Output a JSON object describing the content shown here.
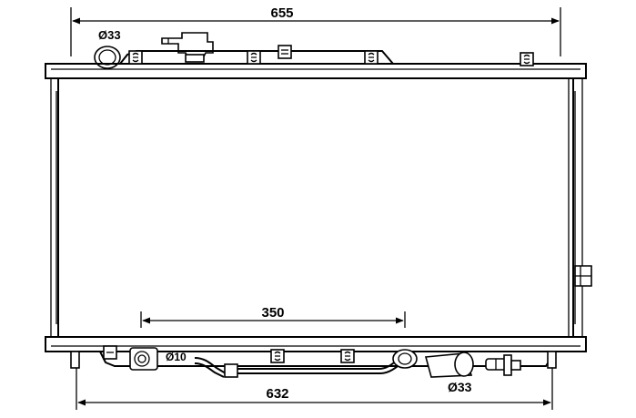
{
  "drawing": {
    "dimensions": {
      "overall_width": "655",
      "bottom_width": "632",
      "inner_span": "350",
      "top_inlet_diameter": "Ø33",
      "bottom_outlet_diameter": "Ø33",
      "small_pipe_diameter": "Ø10"
    }
  }
}
